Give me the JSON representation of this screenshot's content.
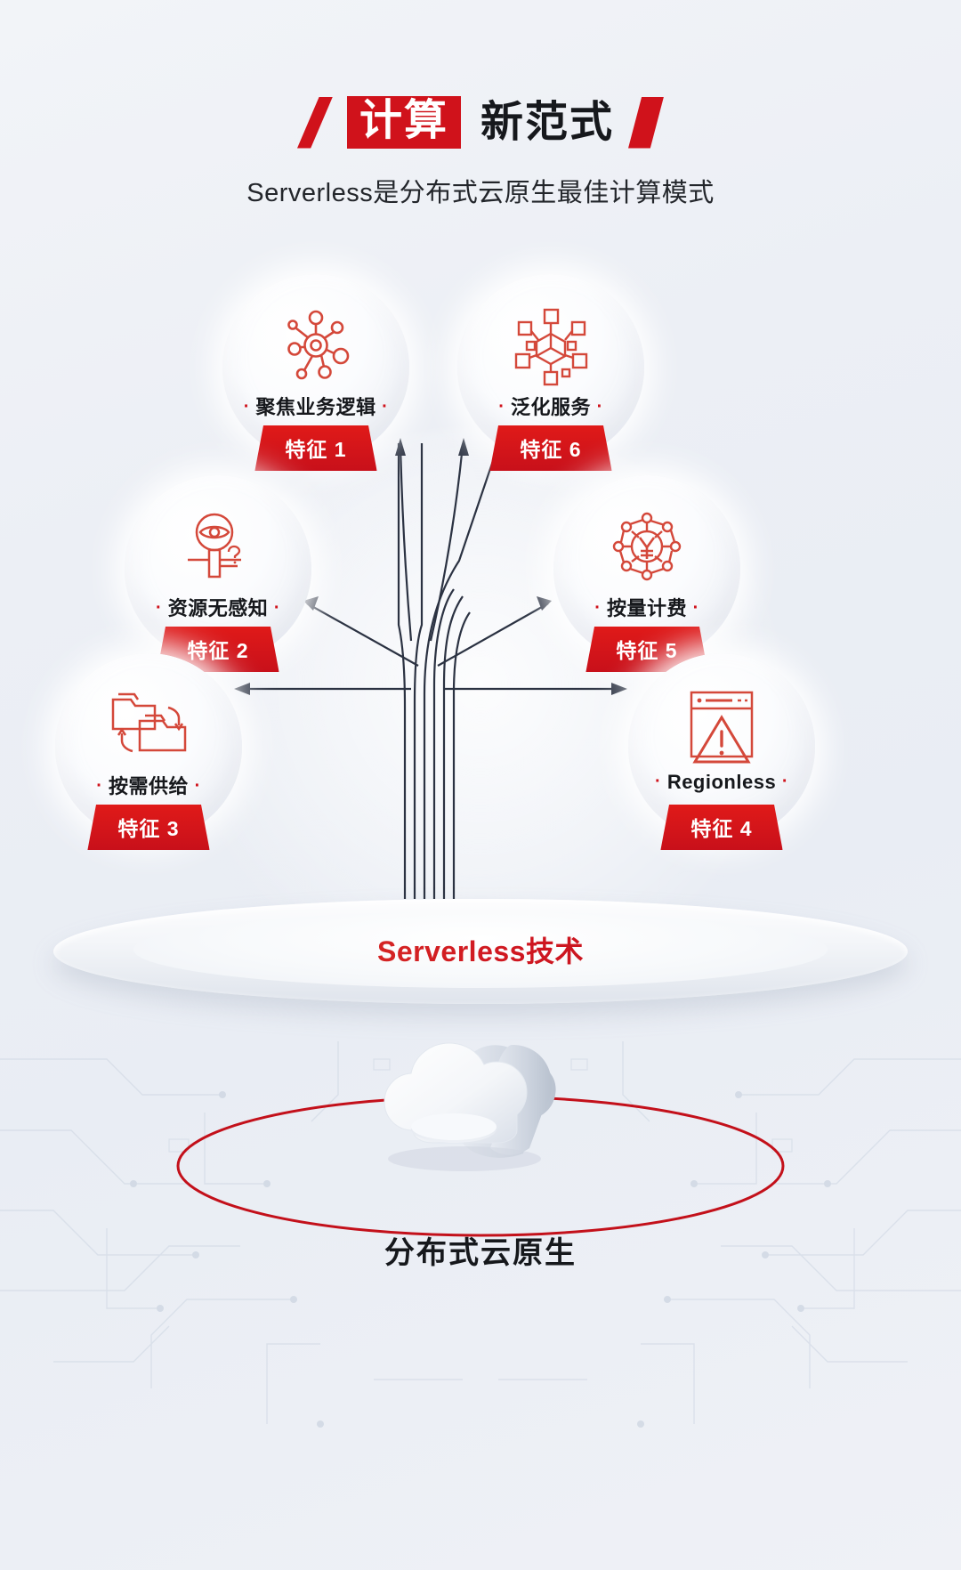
{
  "header": {
    "title_highlight": "计算",
    "title_rest": "新范式",
    "subtitle": "Serverless是分布式云原生最佳计算模式",
    "left_slash_icon": "slash-left-icon",
    "right_slash_icon": "slash-right-icon"
  },
  "colors": {
    "brand_red": "#d0121b",
    "badge_red": "#cf1620",
    "icon_red": "#d4483a",
    "text_dark": "#16181c",
    "background": "#eceff5",
    "trunk_navy": "#2b3242"
  },
  "features": [
    {
      "id": "b1",
      "label": "聚焦业务逻辑",
      "badge": "特征 1",
      "icon": "network-hub-icon"
    },
    {
      "id": "b6",
      "label": "泛化服务",
      "badge": "特征 6",
      "icon": "cube-nodes-icon"
    },
    {
      "id": "b2",
      "label": "资源无感知",
      "badge": "特征 2",
      "icon": "eye-magnifier-question-icon"
    },
    {
      "id": "b5",
      "label": "按量计费",
      "badge": "特征 5",
      "icon": "yen-ring-nodes-icon"
    },
    {
      "id": "b3",
      "label": "按需供给",
      "badge": "特征 3",
      "icon": "folders-sync-icon"
    },
    {
      "id": "b4",
      "label": "Regionless",
      "badge": "特征 4",
      "icon": "browser-warning-icon"
    }
  ],
  "bullet": "·",
  "platform": {
    "label": "Serverless技术"
  },
  "bottom": {
    "label": "分布式云原生",
    "cloud_icon": "cloud-3d-icon",
    "ring_icon": "red-ellipse-ring"
  }
}
